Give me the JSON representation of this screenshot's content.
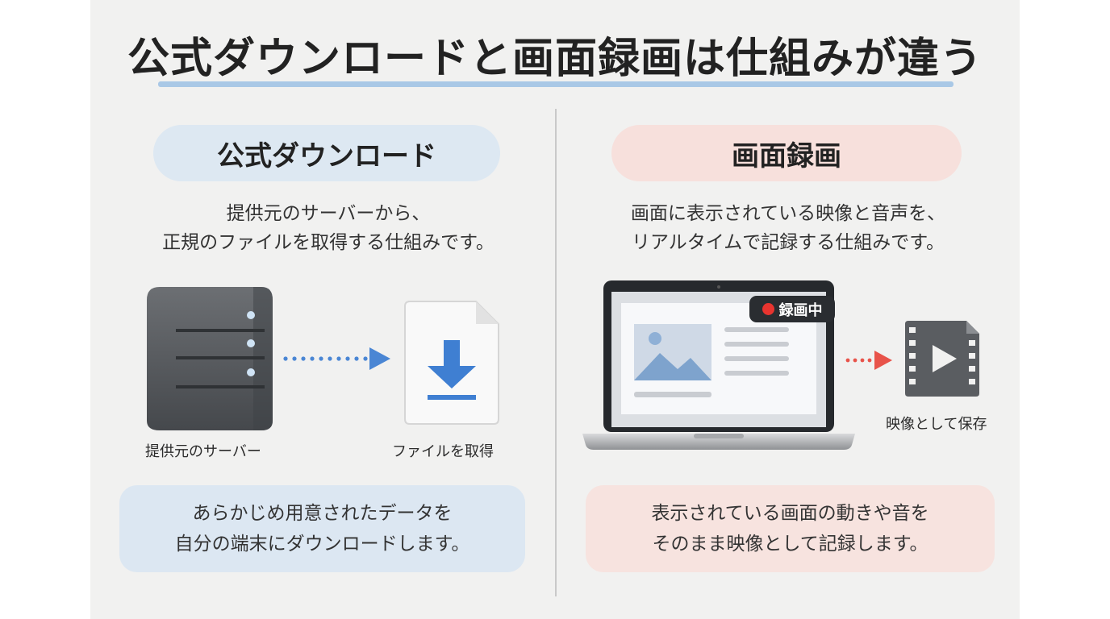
{
  "title": "公式ダウンロードと画面録画は仕組みが違う",
  "left": {
    "heading": "公式ダウンロード",
    "desc_line1": "提供元のサーバーから、",
    "desc_line2": "正規のファイルを取得する仕組みです。",
    "server_caption": "提供元のサーバー",
    "file_caption": "ファイルを取得",
    "summary_line1": "あらかじめ用意されたデータを",
    "summary_line2": "自分の端末にダウンロードします。",
    "accent_color": "#4a86d4",
    "icons": [
      "server-icon",
      "dotted-arrow-icon",
      "download-file-icon"
    ]
  },
  "right": {
    "heading": "画面録画",
    "desc_line1": "画面に表示されている映像と音声を、",
    "desc_line2": "リアルタイムで記録する仕組みです。",
    "recording_badge": "録画中",
    "video_caption": "映像として保存",
    "summary_line1": "表示されている画面の動きや音を",
    "summary_line2": "そのまま映像として記録します。",
    "accent_color": "#e8534a",
    "icons": [
      "laptop-icon",
      "recording-dot-icon",
      "dotted-arrow-icon",
      "video-file-icon"
    ]
  }
}
